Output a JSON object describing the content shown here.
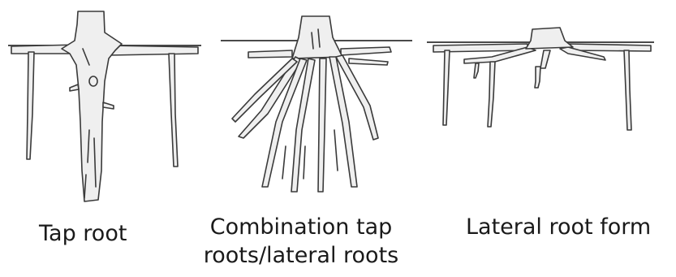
{
  "labels": {
    "tap_root": "Tap root",
    "combination_line1": "Combination tap",
    "combination_line2": "roots/lateral roots",
    "lateral": "Lateral root form"
  },
  "colors": {
    "ink": "#3a3a3a",
    "fill": "#efefef",
    "text": "#1a1a1a"
  }
}
